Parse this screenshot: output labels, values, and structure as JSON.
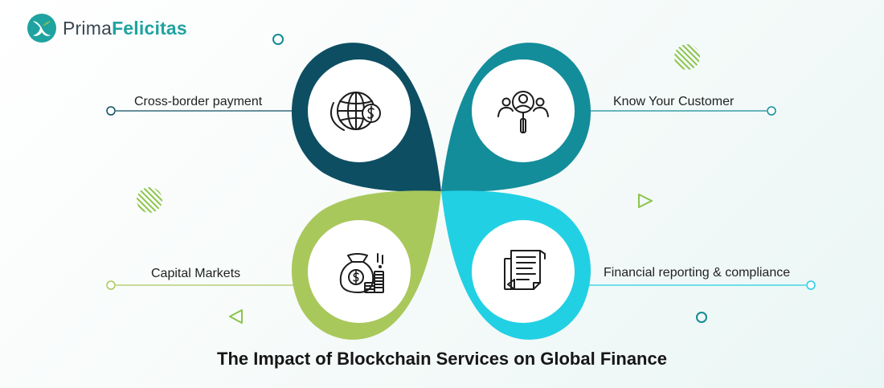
{
  "brand": {
    "name_part1": "Prima",
    "name_part2": "Felicitas"
  },
  "diagram": {
    "title": "The Impact of Blockchain Services on Global Finance",
    "items": [
      {
        "label": "Cross-border payment",
        "icon": "globe-dollar-icon",
        "color": "#0d4e63"
      },
      {
        "label": "Know Your Customer",
        "icon": "people-search-icon",
        "color": "#138d9a"
      },
      {
        "label": "Capital Markets",
        "icon": "money-bag-coins-icon",
        "color": "#a9c85c"
      },
      {
        "label": "Financial reporting & compliance",
        "icon": "documents-icon",
        "color": "#22d0e3"
      }
    ]
  },
  "colors": {
    "brand_teal": "#1fa3a0",
    "brand_dark": "#3a4750",
    "decor_green": "#8cc44a",
    "decor_teal": "#148b94"
  }
}
